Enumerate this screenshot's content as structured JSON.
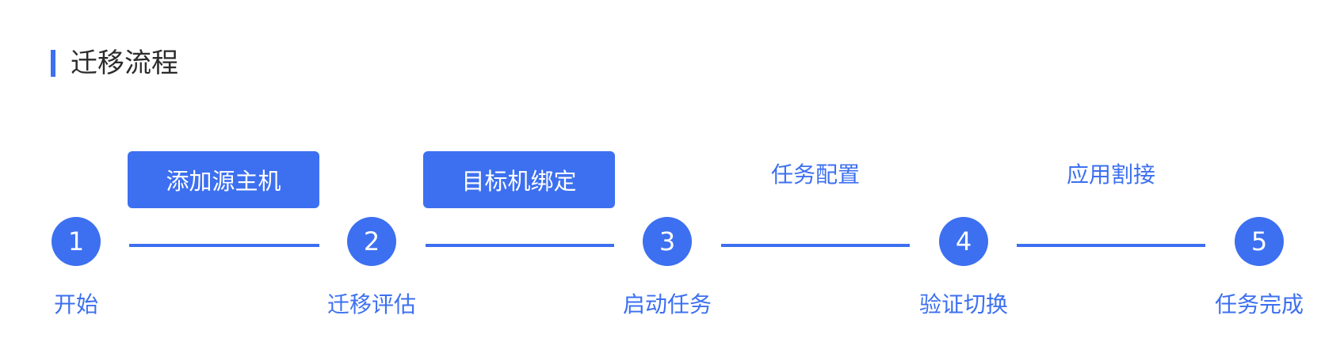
{
  "section": {
    "title": "迁移流程"
  },
  "steps": [
    {
      "number": "1",
      "label": "开始"
    },
    {
      "number": "2",
      "label": "迁移评估"
    },
    {
      "number": "3",
      "label": "启动任务"
    },
    {
      "number": "4",
      "label": "验证切换"
    },
    {
      "number": "5",
      "label": "任务完成"
    }
  ],
  "actions": [
    {
      "label": "添加源主机",
      "style": "button"
    },
    {
      "label": "目标机绑定",
      "style": "button"
    },
    {
      "label": "任务配置",
      "style": "link"
    },
    {
      "label": "应用割接",
      "style": "link"
    }
  ],
  "colors": {
    "accent": "#3d70f0",
    "title_text": "#2b2b2b",
    "background": "#ffffff"
  }
}
